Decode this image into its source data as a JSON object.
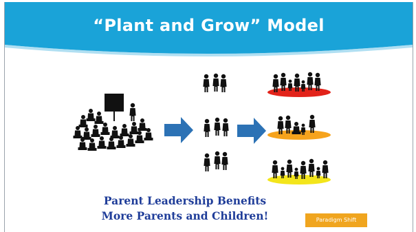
{
  "slide": {
    "title": "“Plant and Grow” Model",
    "caption_line1": "Parent Leadership Benefits",
    "caption_line2": "More Parents and Children!",
    "badge": "Paradigm Shift"
  },
  "colors": {
    "banner": "#1aa3d8",
    "arrow": "#2c72b5",
    "caption": "#1f3d99",
    "badge": "#f0a51f",
    "ring_red": "#e2231a",
    "ring_orange": "#f6a31c",
    "ring_yellow": "#f3e51b",
    "silhouette": "#111111"
  },
  "icons": [
    "group-circle-silhouette",
    "arrow-right-icon",
    "small-group-silhouette",
    "family-group-silhouette"
  ]
}
